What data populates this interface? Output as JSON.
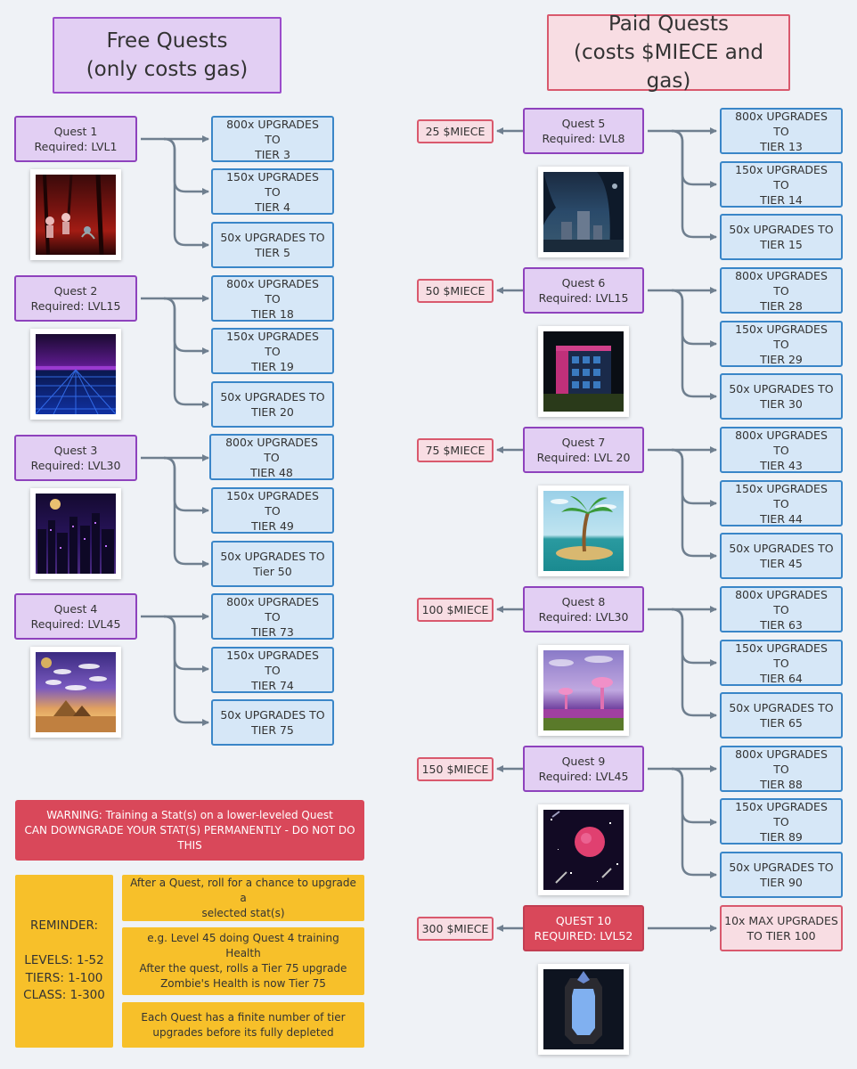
{
  "free_header": {
    "line1": "Free Quests",
    "line2": "(only costs gas)"
  },
  "paid_header": {
    "line1": "Paid Quests",
    "line2": "(costs $MIECE and gas)"
  },
  "free_quests": [
    {
      "name": "Quest 1",
      "req": "Required: LVL1",
      "rewards": [
        {
          "l1": "800x UPGRADES TO",
          "l2": "TIER 3"
        },
        {
          "l1": "150x UPGRADES TO",
          "l2": "TIER 4"
        },
        {
          "l1": "50x UPGRADES TO",
          "l2": "TIER 5"
        }
      ]
    },
    {
      "name": "Quest 2",
      "req": "Required: LVL15",
      "rewards": [
        {
          "l1": "800x UPGRADES TO",
          "l2": "TIER 18"
        },
        {
          "l1": "150x UPGRADES TO",
          "l2": "TIER 19"
        },
        {
          "l1": "50x UPGRADES TO",
          "l2": "TIER 20"
        }
      ]
    },
    {
      "name": "Quest 3",
      "req": "Required: LVL30",
      "rewards": [
        {
          "l1": "800x UPGRADES TO",
          "l2": "TIER 48"
        },
        {
          "l1": "150x UPGRADES TO",
          "l2": "TIER 49"
        },
        {
          "l1": "50x UPGRADES TO",
          "l2": "Tier 50"
        }
      ]
    },
    {
      "name": "Quest 4",
      "req": "Required: LVL45",
      "rewards": [
        {
          "l1": "800x UPGRADES TO",
          "l2": "TIER 73"
        },
        {
          "l1": "150x UPGRADES TO",
          "l2": "TIER 74"
        },
        {
          "l1": "50x UPGRADES TO",
          "l2": "TIER 75"
        }
      ]
    }
  ],
  "paid_quests": [
    {
      "name": "Quest 5",
      "req": "Required: LVL8",
      "cost": "25 $MIECE",
      "rewards": [
        {
          "l1": "800x UPGRADES TO",
          "l2": "TIER 13"
        },
        {
          "l1": "150x UPGRADES TO",
          "l2": "TIER 14"
        },
        {
          "l1": "50x UPGRADES TO",
          "l2": "TIER 15"
        }
      ]
    },
    {
      "name": "Quest 6",
      "req": "Required: LVL15",
      "cost": "50 $MIECE",
      "rewards": [
        {
          "l1": "800x UPGRADES TO",
          "l2": "TIER 28"
        },
        {
          "l1": "150x UPGRADES TO",
          "l2": "TIER 29"
        },
        {
          "l1": "50x UPGRADES TO",
          "l2": "TIER 30"
        }
      ]
    },
    {
      "name": "Quest 7",
      "req": "Required: LVL 20",
      "cost": "75 $MIECE",
      "rewards": [
        {
          "l1": "800x UPGRADES TO",
          "l2": "TIER 43"
        },
        {
          "l1": "150x UPGRADES TO",
          "l2": "TIER 44"
        },
        {
          "l1": "50x UPGRADES TO",
          "l2": "TIER 45"
        }
      ]
    },
    {
      "name": "Quest 8",
      "req": "Required: LVL30",
      "cost": "100 $MIECE",
      "rewards": [
        {
          "l1": "800x UPGRADES TO",
          "l2": "TIER 63"
        },
        {
          "l1": "150x UPGRADES TO",
          "l2": "TIER 64"
        },
        {
          "l1": "50x UPGRADES TO",
          "l2": "TIER 65"
        }
      ]
    },
    {
      "name": "Quest 9",
      "req": "Required: LVL45",
      "cost": "150 $MIECE",
      "rewards": [
        {
          "l1": "800x UPGRADES TO",
          "l2": "TIER 88"
        },
        {
          "l1": "150x UPGRADES TO",
          "l2": "TIER 89"
        },
        {
          "l1": "50x UPGRADES TO",
          "l2": "TIER 90"
        }
      ]
    }
  ],
  "quest10": {
    "name": "QUEST 10",
    "req": "REQUIRED: LVL52",
    "cost": "300 $MIECE",
    "reward": {
      "l1": "10x MAX UPGRADES",
      "l2": "TO TIER 100"
    }
  },
  "warning": {
    "line1": "WARNING: Training a Stat(s) on a lower-leveled Quest",
    "line2": "CAN DOWNGRADE YOUR STAT(S) PERMANENTLY - DO NOT DO THIS"
  },
  "reminder": {
    "title": "REMINDER:",
    "levels": "LEVELS: 1-52",
    "tiers": "TIERS: 1-100",
    "class": "CLASS: 1-300"
  },
  "notes": {
    "n1": {
      "l1": "After a Quest, roll for a chance to upgrade a",
      "l2": "selected stat(s)"
    },
    "n2": {
      "l1": "e.g. Level 45 doing Quest 4 training Health",
      "l2": "After the quest, rolls a Tier 75 upgrade",
      "l3": "Zombie's Health is now Tier 75"
    },
    "n3": {
      "l1": "Each Quest has a finite number of tier",
      "l2": "upgrades before its fully depleted"
    }
  },
  "colors": {
    "quest_fill": "#e2cff3",
    "quest_border": "#8e42bd",
    "reward_fill": "#d6e7f7",
    "reward_border": "#3a86c8",
    "cost_fill": "#f8dde3",
    "cost_border": "#d9596d",
    "warning": "#d9485a",
    "note": "#f7c02a",
    "connector": "#6f7f8f"
  }
}
